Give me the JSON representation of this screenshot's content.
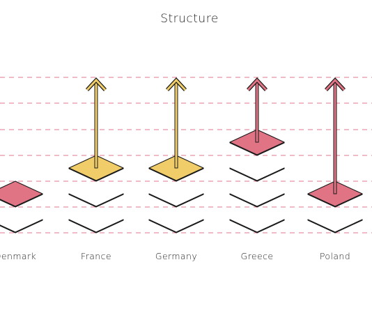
{
  "title": "Structure",
  "colors": {
    "red": "#e07384",
    "yellow": "#f0cd68",
    "green": "#7fae7c",
    "blue": "#8dc3d0",
    "guide": "#e0758c"
  },
  "countries": [
    {
      "name": "Denmark",
      "layers": [
        "green",
        "red"
      ],
      "arrow": null
    },
    {
      "name": "France",
      "layers": [
        "blue",
        "green",
        "yellow"
      ],
      "arrow": "yellow"
    },
    {
      "name": "Germany",
      "layers": [
        "blue",
        "green",
        "yellow"
      ],
      "arrow": "yellow"
    },
    {
      "name": "Greece",
      "layers": [
        "blue",
        "green",
        "yellow",
        "red"
      ],
      "arrow": "red"
    },
    {
      "name": "Poland",
      "layers": [
        "green",
        "red"
      ],
      "arrow": "red"
    }
  ]
}
